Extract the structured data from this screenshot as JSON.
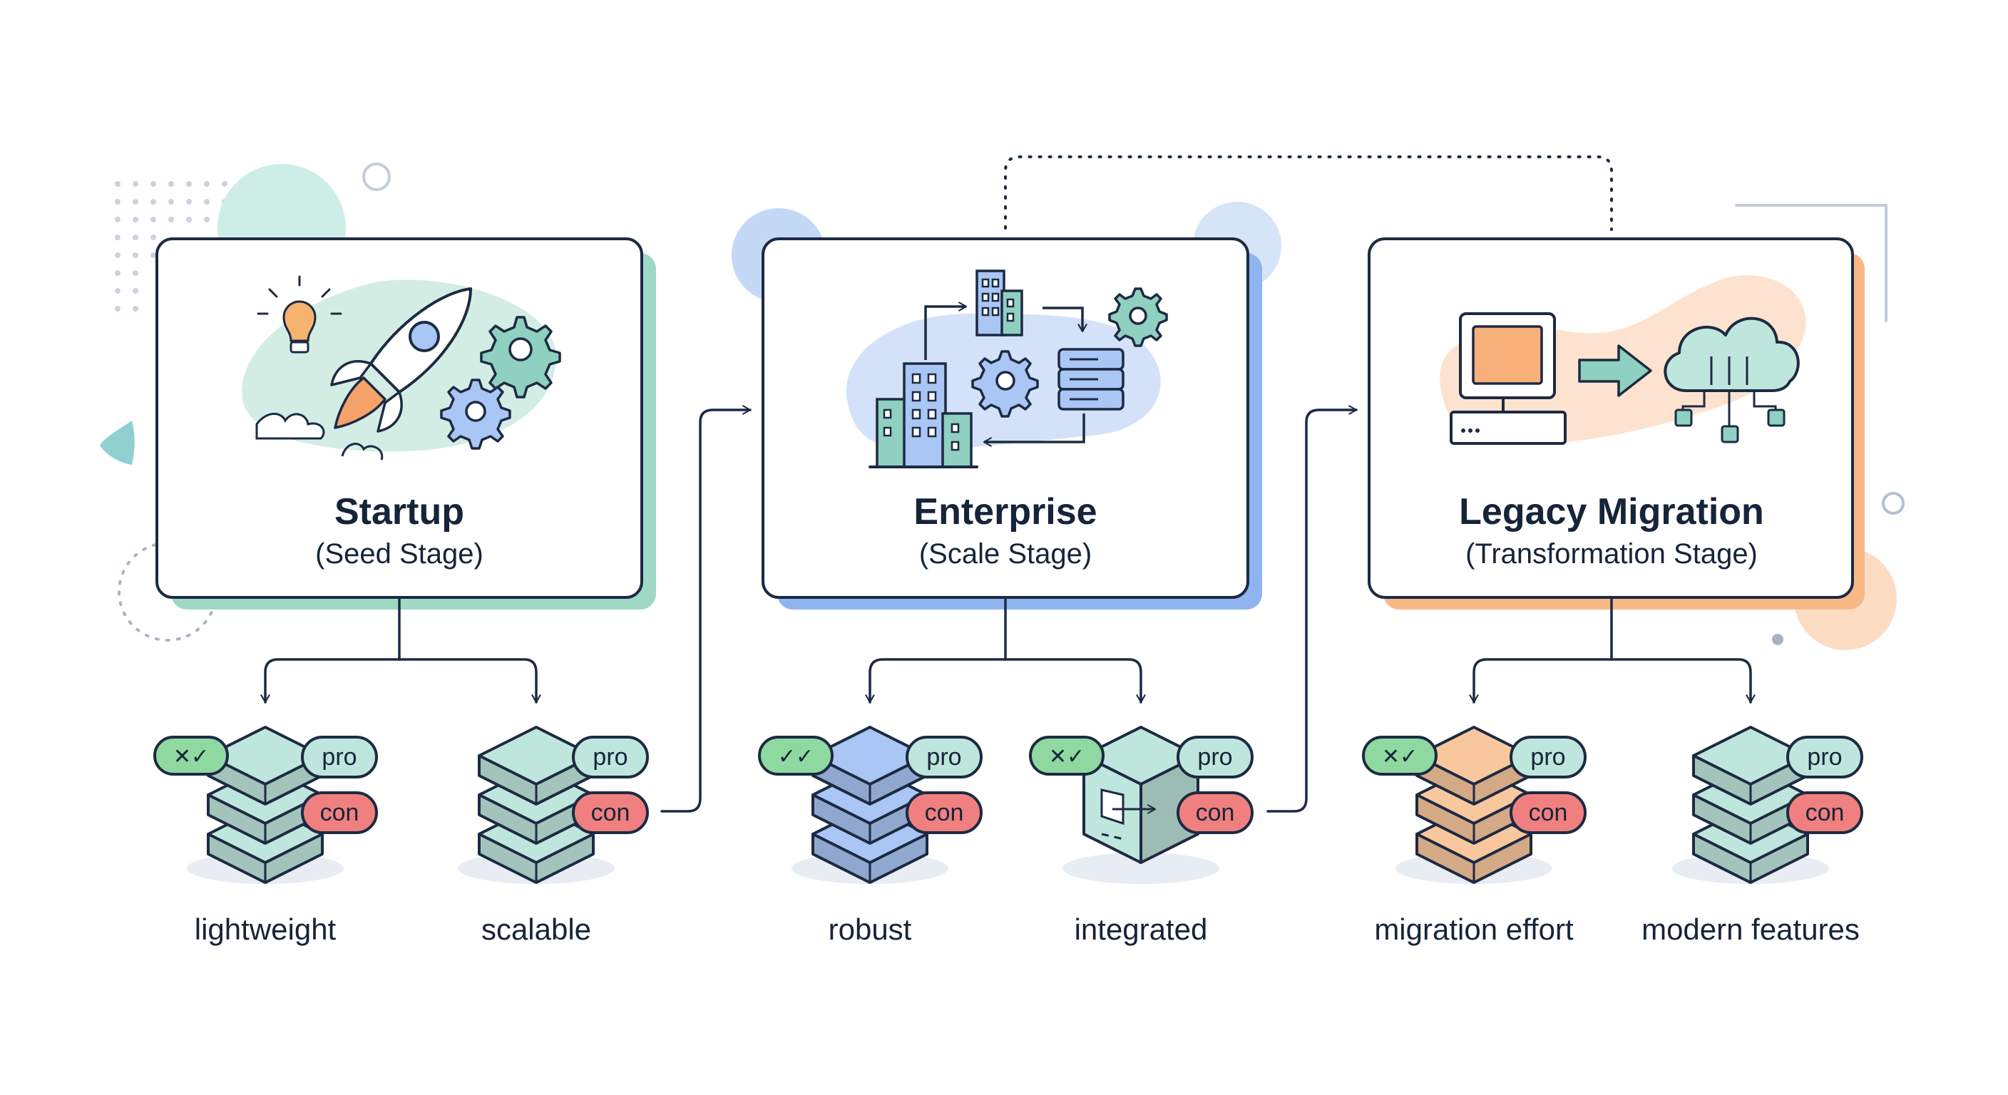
{
  "diagram": {
    "stages": [
      {
        "id": "startup",
        "title": "Startup",
        "subtitle": "(Seed Stage)",
        "accent": "#7fcdb9",
        "icon": "rocket-icon",
        "options": [
          {
            "label": "lightweight",
            "marks": "✕✓",
            "pro": "pro",
            "con": "con",
            "color": "#bfe6dc"
          },
          {
            "label": "scalable",
            "pro": "pro",
            "con": "con",
            "color": "#bfe6dc"
          }
        ]
      },
      {
        "id": "enterprise",
        "title": "Enterprise",
        "subtitle": "(Scale Stage)",
        "accent": "#8fb4f0",
        "icon": "building-icon",
        "options": [
          {
            "label": "robust",
            "marks": "✓✓",
            "pro": "pro",
            "con": "con",
            "color": "#a9c6f4"
          },
          {
            "label": "integrated",
            "marks": "✕✓",
            "pro": "pro",
            "con": "con",
            "color": "#bfe6dc"
          }
        ]
      },
      {
        "id": "legacy-migration",
        "title": "Legacy Migration",
        "subtitle": "(Transformation Stage)",
        "accent": "#f8b987",
        "icon": "cloud-migration-icon",
        "options": [
          {
            "label": "migration effort",
            "marks": "✕✓",
            "pro": "pro",
            "con": "con",
            "color": "#f9c79d"
          },
          {
            "label": "modern features",
            "pro": "pro",
            "con": "con",
            "color": "#bfe6dc"
          }
        ]
      }
    ],
    "colors": {
      "outline": "#1c2a42",
      "pro_pill": "#bfe6dc",
      "con_pill": "#f08080",
      "check_pill": "#8fd9a0"
    }
  }
}
